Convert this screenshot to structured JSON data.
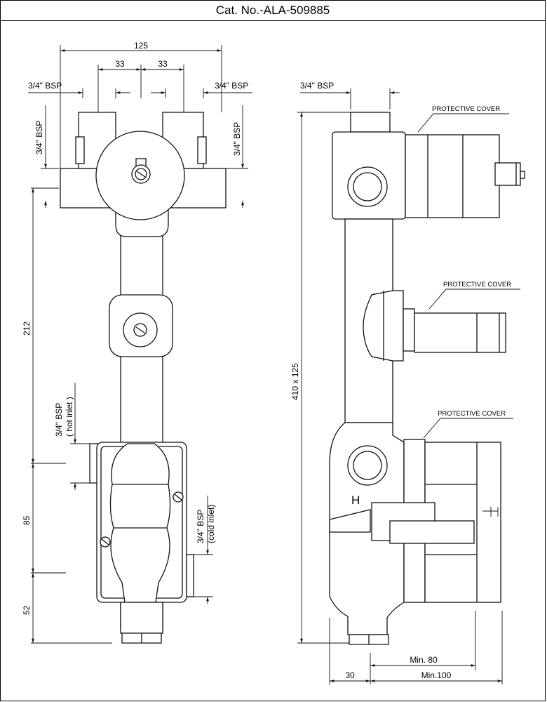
{
  "header": {
    "catalog": "Cat. No.-ALA-509885"
  },
  "front_view": {
    "dim_overall_width": "125",
    "dim_half_left": "33",
    "dim_half_right": "33",
    "bsp_top_left": "3/4\" BSP",
    "bsp_top_right": "3/4\" BSP",
    "bsp_side_left": "3/4\" BSP",
    "bsp_side_right": "3/4\" BSP",
    "dim_212": "212",
    "dim_85": "85",
    "dim_52": "52",
    "hot_inlet_line1": "3/4\" BSP",
    "hot_inlet_line2": "( hot inlet )",
    "cold_inlet_line1": "3/4\" BSP",
    "cold_inlet_line2": "(cold inlet)"
  },
  "side_view": {
    "bsp_top": "3/4\" BSP",
    "cover_1": "PROTECTIVE COVER",
    "cover_2": "PROTECTIVE COVER",
    "cover_3": "PROTECTIVE COVER",
    "dim_box": "410 x 125",
    "dim_min80": "Min. 80",
    "dim_30": "30",
    "dim_min100": "Min.100",
    "hot_mark": "H"
  }
}
